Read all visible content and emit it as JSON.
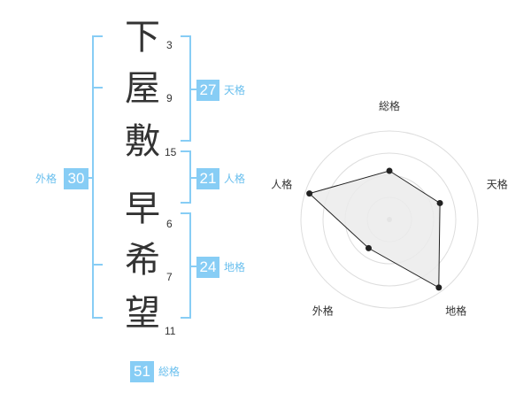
{
  "name_chars": [
    {
      "char": "下",
      "strokes": "3"
    },
    {
      "char": "屋",
      "strokes": "9"
    },
    {
      "char": "敷",
      "strokes": "15"
    },
    {
      "char": "早",
      "strokes": "6"
    },
    {
      "char": "希",
      "strokes": "7"
    },
    {
      "char": "望",
      "strokes": "11"
    }
  ],
  "kaku": {
    "tenkaku": {
      "value": "27",
      "label": "天格"
    },
    "jinkaku": {
      "value": "21",
      "label": "人格"
    },
    "chikaku": {
      "value": "24",
      "label": "地格"
    },
    "gaikaku": {
      "value": "30",
      "label": "外格"
    },
    "soukaku": {
      "value": "51",
      "label": "総格"
    }
  },
  "chart_data": {
    "type": "radar",
    "axes": [
      "総格",
      "天格",
      "地格",
      "外格",
      "人格"
    ],
    "values": [
      0.55,
      0.6,
      0.95,
      0.4,
      0.95
    ],
    "max": 1,
    "rings": 4,
    "colors": {
      "accent": "#87cdf5",
      "fill": "#ebebeb",
      "line": "#222222",
      "ring": "#dddddd",
      "center": "#bbbbbb"
    }
  }
}
